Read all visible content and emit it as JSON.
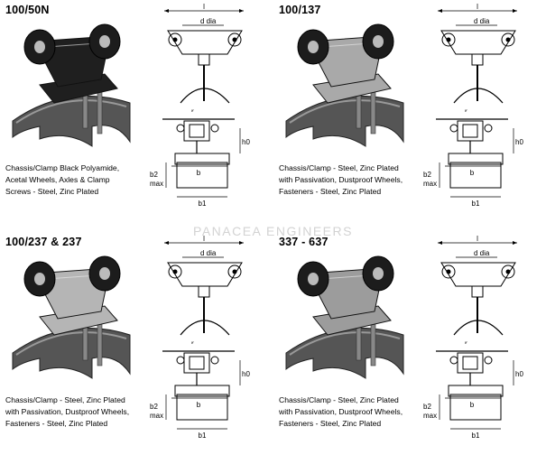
{
  "watermark": "PANACEA ENGINEERS",
  "products": [
    {
      "model": "100/50N",
      "description": [
        "Chassis/Clamp Black Polyamide,",
        "Acetal Wheels, Axles & Clamp",
        "Screws - Steel, Zinc Plated"
      ],
      "body_color": "#1f1f1f",
      "dim_labels": {
        "l": "l",
        "d": "d dia",
        "r": "r",
        "h0": "h0",
        "b": "b",
        "b1": "b1",
        "b2": "b2",
        "max": "max"
      }
    },
    {
      "model": "100/137",
      "description": [
        "Chassis/Clamp - Steel, Zinc Plated",
        "with Passivation, Dustproof Wheels,",
        "Fasteners - Steel, Zinc Plated"
      ],
      "body_color": "#a9a9a9",
      "dim_labels": {
        "l": "l",
        "d": "d dia",
        "r": "r",
        "h0": "h0",
        "b": "b",
        "b1": "b1",
        "b2": "b2",
        "max": "max"
      }
    },
    {
      "model": "100/237 & 237",
      "description": [
        "Chassis/Clamp - Steel, Zinc Plated",
        "with Passivation, Dustproof Wheels,",
        "Fasteners - Steel, Zinc Plated"
      ],
      "body_color": "#b5b5b5",
      "dim_labels": {
        "l": "l",
        "d": "d dia",
        "r": "r",
        "h0": "h0",
        "b": "b",
        "b1": "b1",
        "b2": "b2",
        "max": "max"
      }
    },
    {
      "model": "337 - 637",
      "description": [
        "Chassis/Clamp - Steel, Zinc Plated",
        "with Passivation, Dustproof Wheels,",
        "Fasteners - Steel, Zinc Plated"
      ],
      "body_color": "#9c9c9c",
      "dim_labels": {
        "l": "l",
        "d": "d dia",
        "r": "r",
        "h0": "h0",
        "b": "b",
        "b1": "b1",
        "b2": "b2",
        "max": "max"
      }
    }
  ]
}
